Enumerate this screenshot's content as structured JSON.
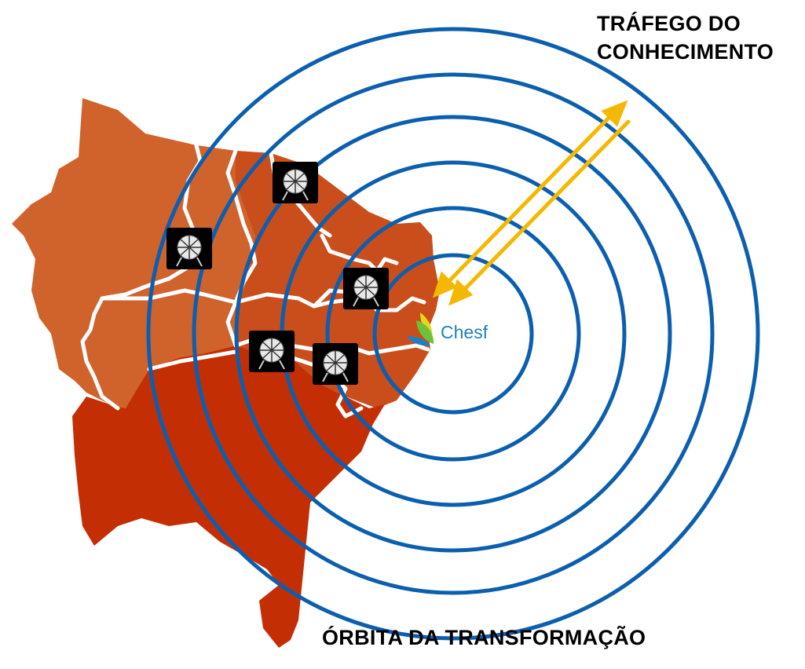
{
  "labels": {
    "top_line1": "TRÁFEGO DO",
    "top_line2": "CONHECIMENTO",
    "bottom": "ÓRBITA DA TRANSFORMAÇÃO"
  },
  "logo": {
    "text": "Chesf",
    "icon": "chesf-leaf-logo-icon"
  },
  "markers": {
    "icon": "satellite-icon",
    "count": 5
  },
  "colors": {
    "rings": "#0b5fae",
    "arrows": "#f5b800",
    "region_light": "#d0632c",
    "region_mid": "#c94e1c",
    "region_dark": "#c42e05",
    "borders": "#ffffff",
    "logo_text": "#1f7fc4"
  }
}
